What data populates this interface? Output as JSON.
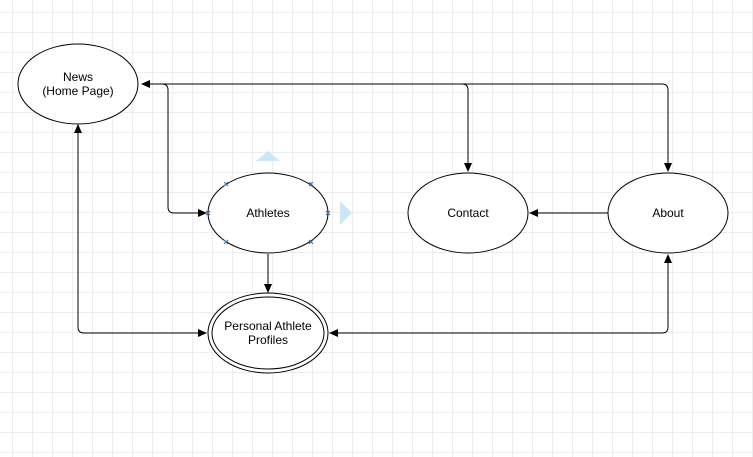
{
  "nodes": {
    "news": {
      "line1": "News",
      "line2": "(Home Page)"
    },
    "athletes": {
      "label": "Athletes"
    },
    "profiles": {
      "line1": "Personal Athlete",
      "line2": "Profiles"
    },
    "contact": {
      "label": "Contact"
    },
    "about": {
      "label": "About"
    }
  },
  "colors": {
    "stroke": "#000000",
    "selection_handle": "#7ab8f5",
    "hover_arrow": "#cbe6f7",
    "grid": "#ededed"
  }
}
